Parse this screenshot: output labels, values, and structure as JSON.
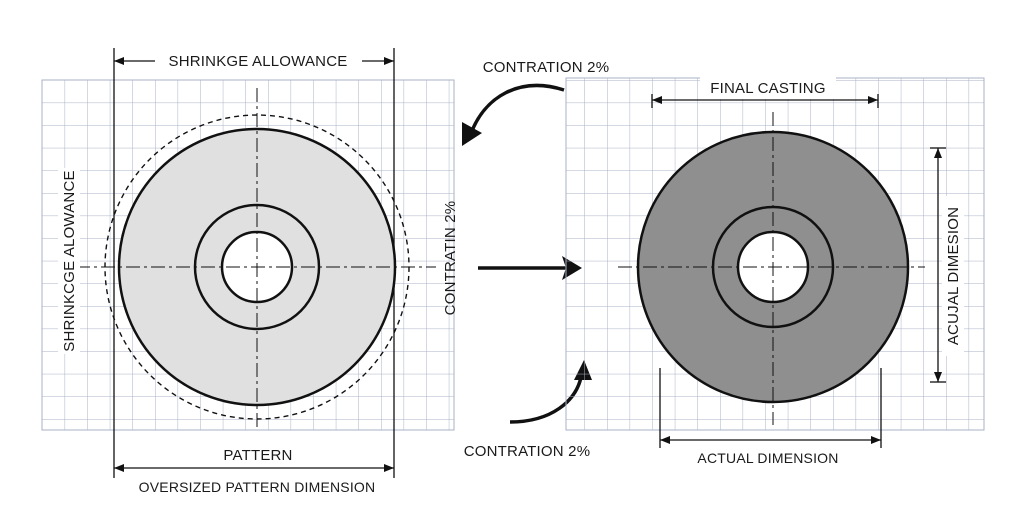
{
  "labels": {
    "shrinkage_top": "SHRINKGE ALLOWANCE",
    "shrinkage_side": "SHRINKCGE ALOWANCE",
    "pattern": "PATTERN",
    "oversized": "OVERSIZED PATTERN DIMENSION",
    "contraction_top": "CONTRATION 2%",
    "contraction_mid": "CONTRATIN 2%",
    "contraction_bottom": "CONTRATION 2%",
    "final_casting": "FINAL CASTING",
    "actual_dimension_side": "ACUJAL DIMESION",
    "actual_dimension_bottom": "ACTUAL DIMENSION"
  },
  "colors": {
    "pattern_fill": "#e0e0e0",
    "casting_fill": "#8f8f8f",
    "grid_line": "#a9b1c6",
    "ink": "#111111"
  }
}
